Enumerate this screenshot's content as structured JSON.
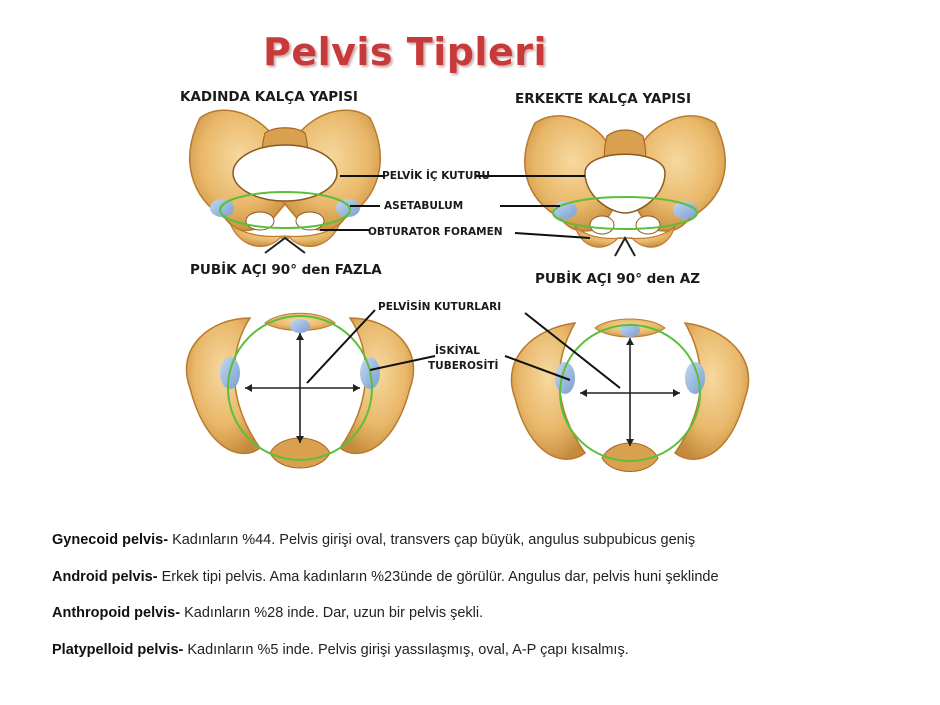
{
  "title": "Pelvis Tipleri",
  "figure": {
    "labels": {
      "female_heading": "KADINDA KALÇA YAPISI",
      "male_heading": "ERKEKTE KALÇA YAPISI",
      "inlet": "PELVİK İÇ KUTURU",
      "acetabulum": "ASETABULUM",
      "obturator": "OBTURATOR FORAMEN",
      "female_angle": "PUBİK AÇI 90° den FAZLA",
      "male_angle": "PUBİK AÇI 90° den AZ",
      "diameters": "PELVİSİN KUTURLARI",
      "ischial_1": "İSKİYAL",
      "ischial_2": "TUBEROSİTİ"
    },
    "colors": {
      "bone": "#e9b86a",
      "bone_shadow": "#b97a2e",
      "cartilage": "#8fb2dc",
      "ring": "#5bbf3a"
    }
  },
  "pelvis_types": [
    {
      "term": "Gynecoid pelvis-",
      "text": " Kadınların %44.  Pelvis girişi oval, transvers çap büyük, angulus subpubicus geniş"
    },
    {
      "term": "Android pelvis-",
      "text": " Erkek tipi pelvis. Ama kadınların %23ünde de görülür. Angulus dar, pelvis huni şeklinde"
    },
    {
      "term": "Anthropoid  pelvis-",
      "text": " Kadınların %28 inde. Dar, uzun bir pelvis şekli."
    },
    {
      "term": "Platypelloid  pelvis-",
      "text": " Kadınların %5 inde. Pelvis girişi yassılaşmış, oval, A-P çapı kısalmış."
    }
  ]
}
